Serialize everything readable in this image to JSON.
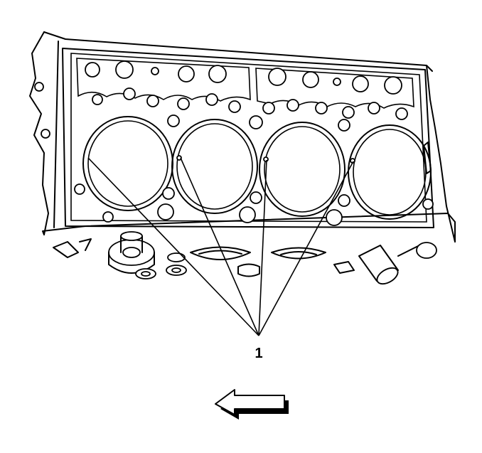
{
  "callout": {
    "number": "1",
    "target_count": 4
  },
  "direction": "left",
  "colors": {
    "line": "#000000",
    "background": "#ffffff"
  },
  "icons": {
    "arrow": "arrow-left-icon"
  }
}
